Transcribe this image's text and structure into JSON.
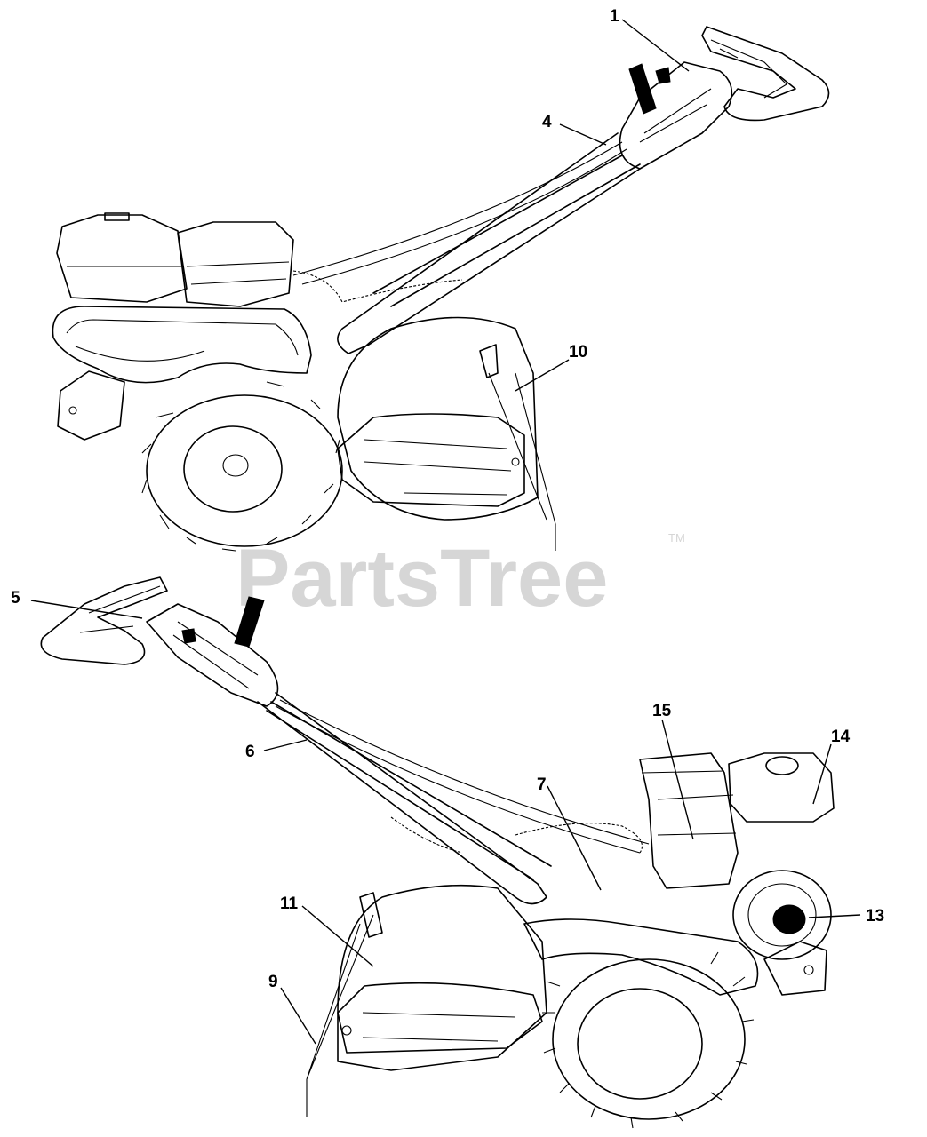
{
  "watermark": {
    "text": "PartsTree",
    "trademark": "TM"
  },
  "callouts": {
    "c1": "1",
    "c4": "4",
    "c10": "10",
    "c5": "5",
    "c6": "6",
    "c15": "15",
    "c14": "14",
    "c7": "7",
    "c11": "11",
    "c13": "13",
    "c9": "9"
  },
  "colors": {
    "line": "#000000",
    "watermark": "#d6d6d6",
    "background": "#ffffff"
  }
}
